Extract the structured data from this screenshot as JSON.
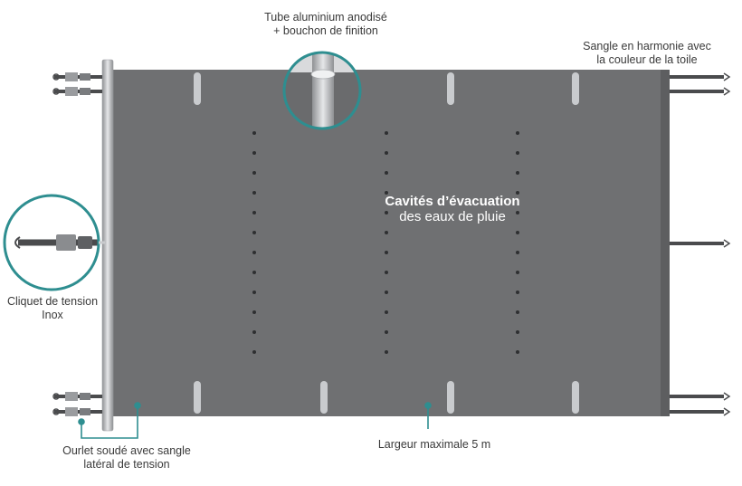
{
  "labels": {
    "tube": {
      "line1": "Tube aluminium anodisé",
      "line2": "+ bouchon de finition"
    },
    "strap": {
      "line1": "Sangle en harmonie avec",
      "line2": "la couleur de la toile"
    },
    "ratchet": {
      "line1": "Cliquet de tension",
      "line2": "Inox"
    },
    "hem": {
      "line1": "Ourlet soudé avec sangle",
      "line2": "latéral de tension"
    },
    "width": "Largeur maximale 5 m",
    "drainage": {
      "line1": "Cavités d’évacuation",
      "line2": "des eaux de pluie"
    }
  },
  "colors": {
    "cover": "#6f7072",
    "cover_edge": "#5d5e60",
    "accent_teal": "#2e8e90",
    "strap": "#4a4b4d",
    "metal": "#c9cbce",
    "text": "#3a3a3a"
  }
}
